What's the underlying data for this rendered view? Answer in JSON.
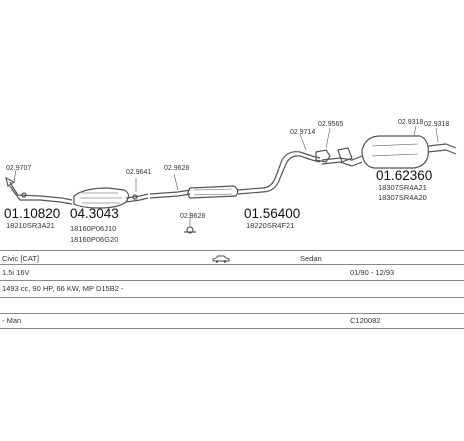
{
  "parts": {
    "p01": "02.9707",
    "p02": "01.10820",
    "p03": "18210SR3A21",
    "p04": "04.3043",
    "p05": "18160P06J10",
    "p06": "18160P06G20",
    "p07": "02.9641",
    "p08": "02.9628",
    "p09": "02.9628",
    "p10": "01.56400",
    "p11": "18220SR4F21",
    "p12": "02.9714",
    "p13": "02.9565",
    "p14": "02.9318",
    "p15": "02.9318",
    "p16": "01.62360",
    "p17": "18307SR4A21",
    "p18": "18307SR4A20"
  },
  "vehicle": {
    "model": "Civic [CAT]",
    "body": "Sedan",
    "engine": "1.5i 16V",
    "period": "01/90 - 12/93",
    "spec": "1493 cc, 90 HP, 66 KW, MP D15B2 -",
    "market": "- Man",
    "code": "C120082"
  },
  "colors": {
    "line": "#555555",
    "text": "#111111",
    "rule": "#8a8a8a"
  }
}
